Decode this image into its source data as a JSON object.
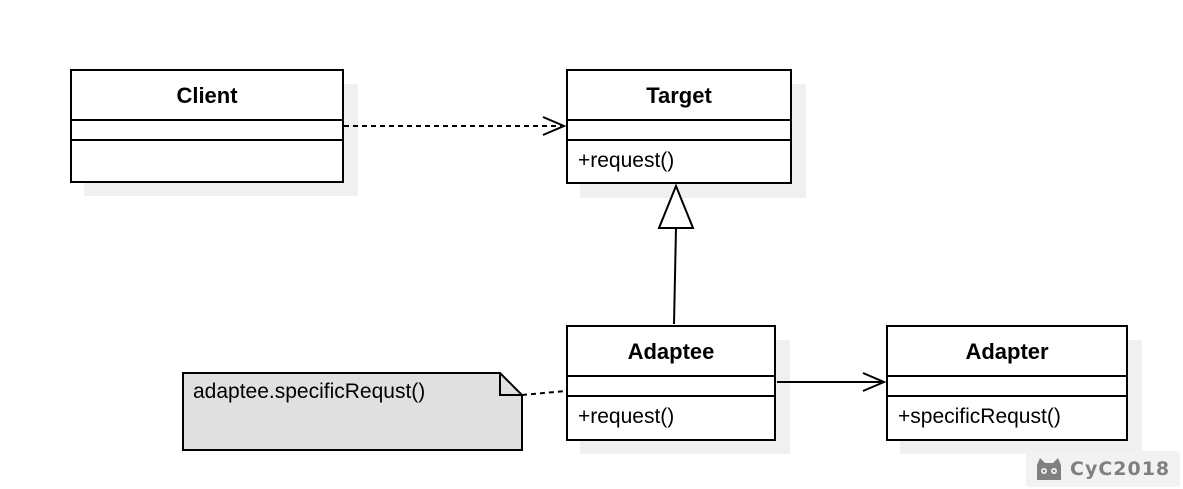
{
  "diagram": {
    "classes": [
      {
        "id": "client",
        "name": "Client",
        "methods": ""
      },
      {
        "id": "target",
        "name": "Target",
        "methods": "+request()"
      },
      {
        "id": "adaptee",
        "name": "Adaptee",
        "methods": "+request()"
      },
      {
        "id": "adapter",
        "name": "Adapter",
        "methods": "+specificRequst()"
      }
    ],
    "note": {
      "text": "adaptee.specificRequst()"
    },
    "relations": [
      {
        "from": "Client",
        "to": "Target",
        "kind": "dependency"
      },
      {
        "from": "Adaptee",
        "to": "Target",
        "kind": "generalization"
      },
      {
        "from": "Adaptee",
        "to": "Adapter",
        "kind": "association"
      },
      {
        "from": "note",
        "to": "Adaptee",
        "kind": "note-link"
      }
    ],
    "colors": {
      "line": "#000000",
      "note_fill": "#e0e0e0",
      "shadow": "#f0f0f0"
    }
  },
  "watermark": {
    "icon": "github-cat-icon",
    "text": "CyC2018"
  }
}
